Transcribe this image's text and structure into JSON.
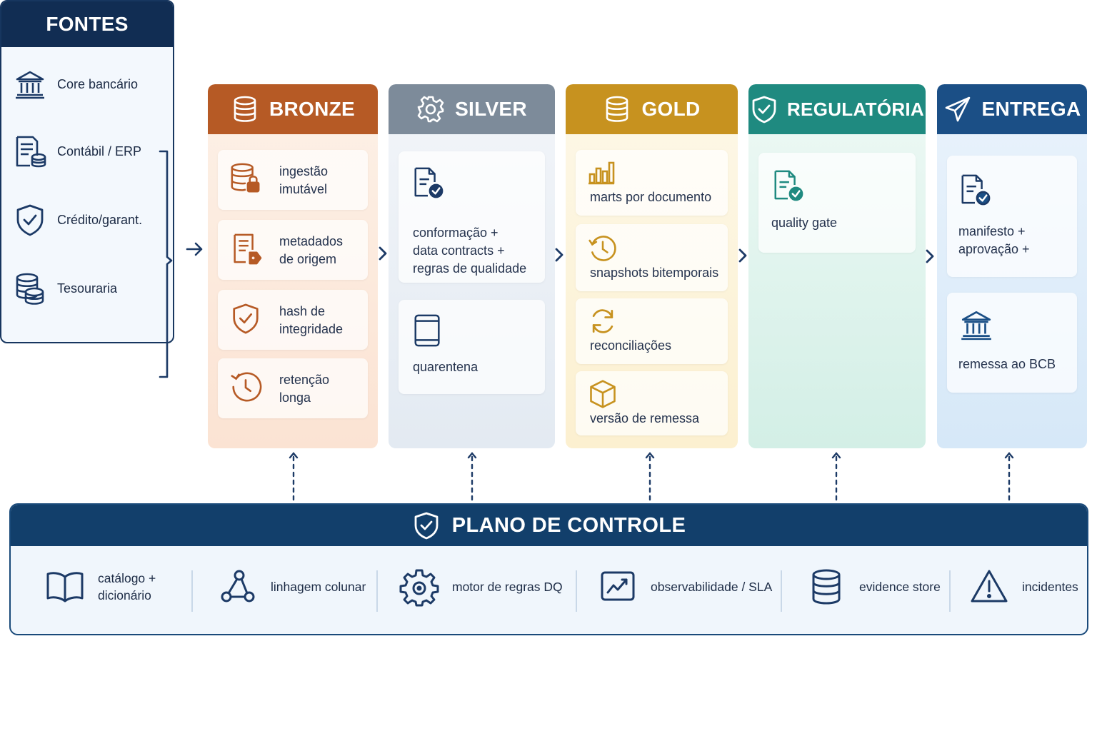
{
  "fontes": {
    "title": "FONTES",
    "items": [
      {
        "label": "Core bancário",
        "icon": "bank-icon"
      },
      {
        "label": "Contábil / ERP",
        "icon": "ledger-database-icon"
      },
      {
        "label": "Crédito/garant.",
        "icon": "shield-check-icon"
      },
      {
        "label": "Tesouraria",
        "icon": "database-icon"
      }
    ]
  },
  "bronze": {
    "title": "BRONZE",
    "color": "#b85a24",
    "items": [
      {
        "label": "ingestão\nimutável",
        "icon": "locked-database-icon"
      },
      {
        "label": "metadados\nde origem",
        "icon": "tagged-document-icon"
      },
      {
        "label": "hash de\nintegridade",
        "icon": "shield-check-icon"
      },
      {
        "label": "retenção\nlonga",
        "icon": "clock-icon"
      }
    ]
  },
  "silver": {
    "title": "SILVER",
    "color": "#7c8a99",
    "items": [
      {
        "label": "conformação +\ndata contracts +\nregras de qualidade",
        "icon": "document-check-icon"
      },
      {
        "label": "quarentena",
        "icon": "tablet-icon"
      }
    ]
  },
  "gold": {
    "title": "GOLD",
    "color": "#c7921f",
    "items": [
      {
        "label": "marts por documento",
        "icon": "bar-chart-icon"
      },
      {
        "label": "snapshots bitemporais",
        "icon": "history-clock-icon"
      },
      {
        "label": "reconciliações",
        "icon": "refresh-icon"
      },
      {
        "label": "versão de remessa",
        "icon": "package-icon"
      }
    ]
  },
  "regulatoria": {
    "title": "REGULATÓRIA",
    "color": "#1f8a80",
    "items": [
      {
        "label": "quality gate",
        "icon": "document-check-icon"
      }
    ]
  },
  "entrega": {
    "title": "ENTREGA",
    "color": "#1b4f86",
    "items": [
      {
        "label": "manifesto +\naprovação +",
        "icon": "document-check-icon"
      },
      {
        "label": "remessa ao BCB",
        "icon": "bank-icon"
      }
    ]
  },
  "control": {
    "title": "PLANO DE CONTROLE",
    "items": [
      {
        "label": "catálogo +\ndicionário",
        "icon": "book-icon"
      },
      {
        "label": "linhagem colunar",
        "icon": "lineage-icon"
      },
      {
        "label": "motor de regras DQ",
        "icon": "gear-icon"
      },
      {
        "label": "observabilidade / SLA",
        "icon": "monitor-chart-icon"
      },
      {
        "label": "evidence store",
        "icon": "database-icon"
      },
      {
        "label": "incidentes",
        "icon": "warning-icon"
      }
    ]
  }
}
